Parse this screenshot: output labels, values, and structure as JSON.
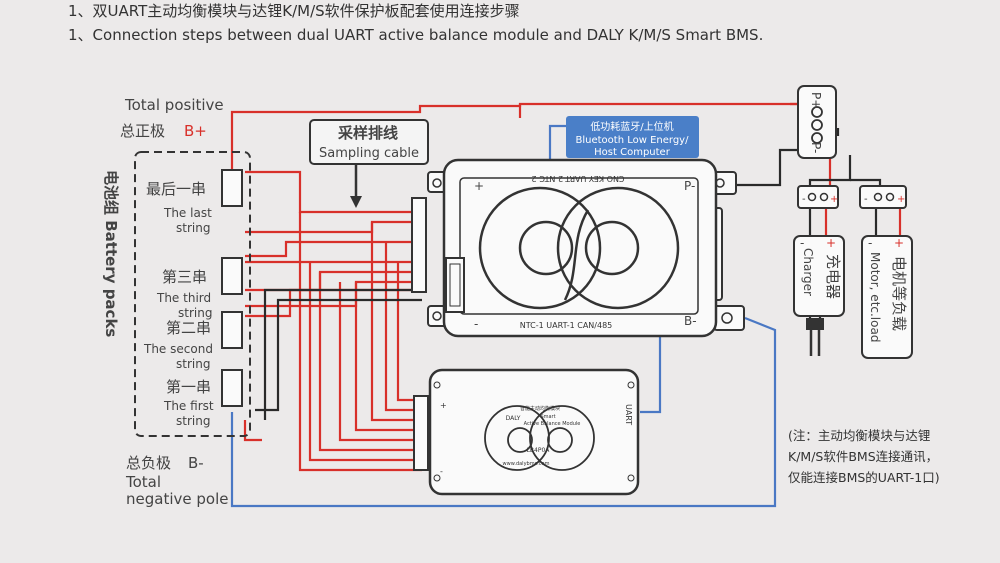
{
  "header": {
    "line1_cn": "1、双UART主动均衡模块与达锂K/M/S软件保护板配套使用连接步骤",
    "line2_en": "1、Connection steps between dual UART active balance module and DALY K/M/S Smart BMS."
  },
  "battery": {
    "total_positive_en": "Total positive",
    "total_positive_cn": "总正极",
    "b_plus": "B+",
    "total_negative_cn": "总负极",
    "b_minus": "B-",
    "total_negative_en_1": "Total",
    "total_negative_en_2": "negative pole",
    "pack_label": "电池组 Battery packs",
    "strings": [
      {
        "cn": "最后一串",
        "en1": "The last",
        "en2": "string"
      },
      {
        "cn": "第三串",
        "en1": "The third",
        "en2": "string"
      },
      {
        "cn": "第二串",
        "en1": "The second",
        "en2": "string"
      },
      {
        "cn": "第一串",
        "en1": "The first",
        "en2": "string"
      }
    ]
  },
  "sampling": {
    "cn": "采样排线",
    "en": "Sampling cable"
  },
  "bluetooth": {
    "cn": "低功耗蓝牙/上位机",
    "en1": "Bluetooth Low Energy/",
    "en2": "Host Computer"
  },
  "bms": {
    "p_minus": "P-",
    "b_minus": "B-",
    "plus": "+",
    "minus": "-",
    "top_ports": "CNO  KEY  UART-2  NTC-2",
    "bottom_ports": "NTC-1  UART-1  CAN/485"
  },
  "balancer": {
    "port": "UART",
    "plus": "+",
    "minus": "-",
    "brand": "DALY",
    "name_cn": "智能主动均衡模块",
    "name_en1": "Smart",
    "name_en2": "Active Balance Module",
    "model": "LB4P0A",
    "footer": "www.dalybms.com"
  },
  "p_connector": {
    "plus": "P+",
    "minus": "P-"
  },
  "charger": {
    "plus": "+",
    "minus": "-",
    "cn": "充电器",
    "en": "Charger",
    "pin_minus": "-",
    "pin_plus": "+"
  },
  "load": {
    "plus": "+",
    "minus": "-",
    "cn": "电机等负载",
    "en": "Motor, etc.load",
    "pin_minus": "-",
    "pin_plus": "+"
  },
  "note": {
    "line1": "(注：主动均衡模块与达锂",
    "line2": "K/M/S软件BMS连接通讯，",
    "line3": "仅能连接BMS的UART-1口)"
  },
  "colors": {
    "wire_red": "#d8302a",
    "wire_black": "#2a2a2a",
    "wire_blue": "#4a78c4",
    "bt_box": "#4a7fc8"
  }
}
